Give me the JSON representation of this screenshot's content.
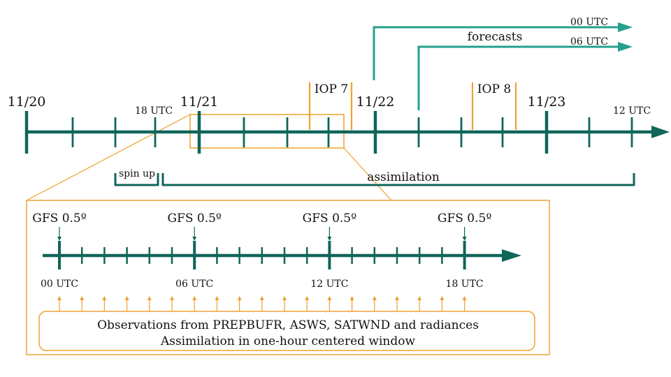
{
  "colors": {
    "timeline": "#0f6659",
    "forecast": "#26a08c",
    "accent": "#f0a030"
  },
  "top": {
    "dates": [
      "11/20",
      "11/21",
      "11/22",
      "11/23"
    ],
    "time_18utc": "18 UTC",
    "time_12utc": "12 UTC",
    "iop7": "IOP 7",
    "iop8": "IOP 8",
    "spin_up": "spin up",
    "assimilation": "assimilation"
  },
  "forecasts": {
    "label": "forecasts",
    "runs": [
      "00 UTC",
      "06 UTC"
    ]
  },
  "inset": {
    "gfs_label": "GFS 0.5º",
    "times": [
      "00 UTC",
      "06 UTC",
      "12 UTC",
      "18 UTC"
    ],
    "obs_line1": "Observations from PREPBUFR, ASWS, SATWND and radiances",
    "obs_line2": "Assimilation in one-hour centered window"
  }
}
